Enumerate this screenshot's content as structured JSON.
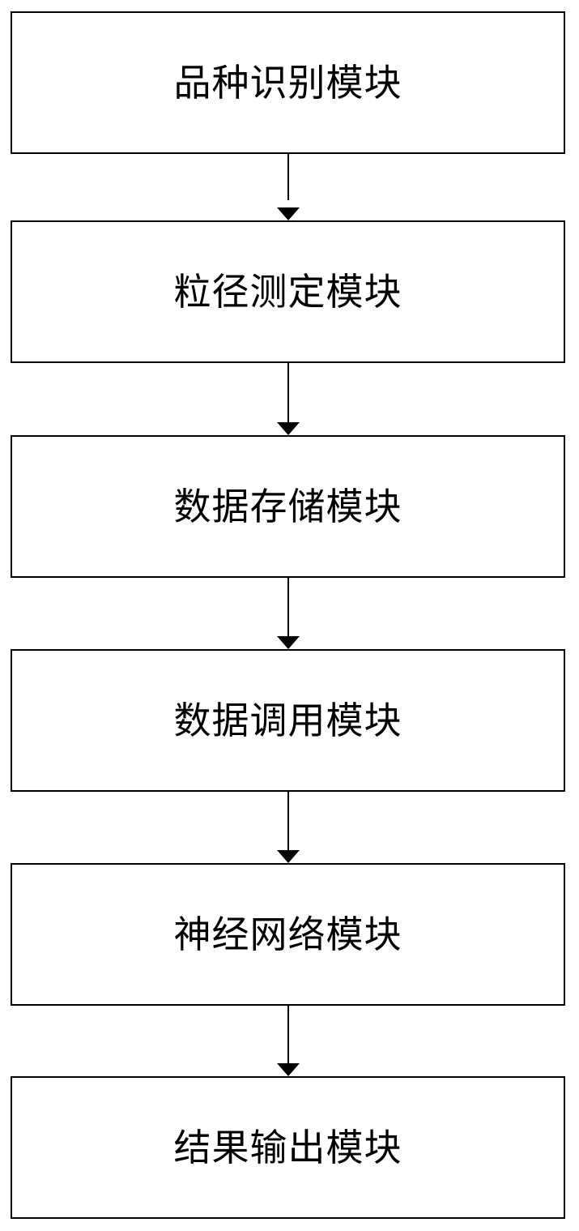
{
  "diagram": {
    "nodes": [
      {
        "id": "n1",
        "label": "品种识别模块"
      },
      {
        "id": "n2",
        "label": "粒径测定模块"
      },
      {
        "id": "n3",
        "label": "数据存储模块"
      },
      {
        "id": "n4",
        "label": "数据调用模块"
      },
      {
        "id": "n5",
        "label": "神经网络模块"
      },
      {
        "id": "n6",
        "label": "结果输出模块"
      }
    ],
    "edges": [
      {
        "from": "n1",
        "to": "n2"
      },
      {
        "from": "n2",
        "to": "n3"
      },
      {
        "from": "n3",
        "to": "n4"
      },
      {
        "from": "n4",
        "to": "n5"
      },
      {
        "from": "n5",
        "to": "n6"
      }
    ]
  }
}
